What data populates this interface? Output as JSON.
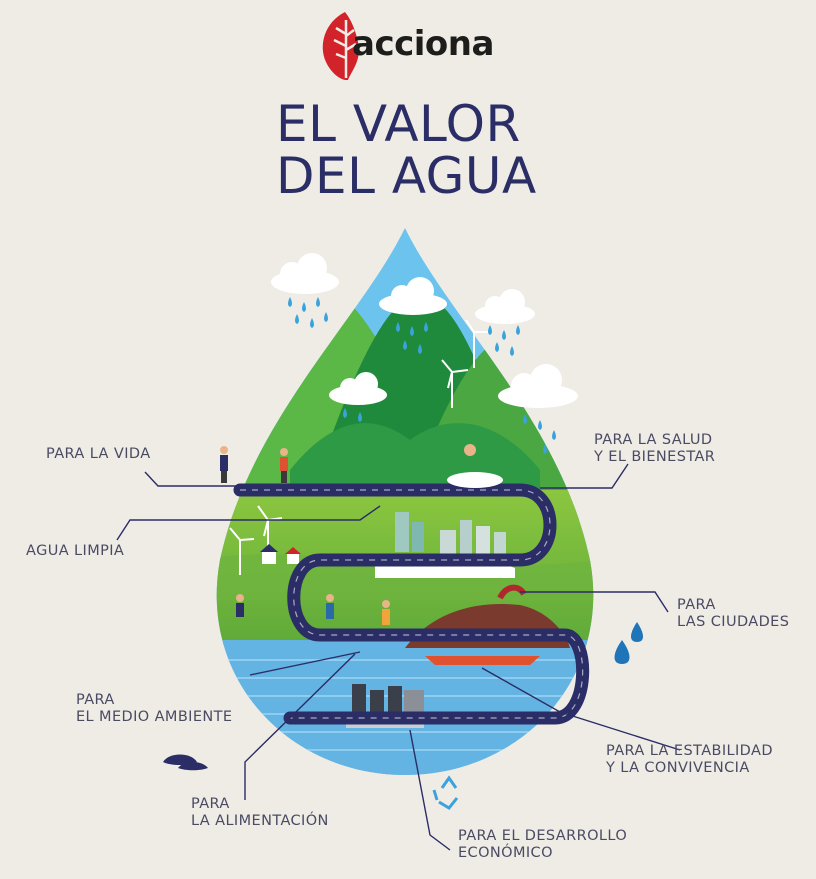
{
  "brand": {
    "name": "acciona",
    "color": "#d2232a",
    "icon": "leaf-logo-icon"
  },
  "title": {
    "line1": "EL VALOR",
    "line2": "DEL AGUA",
    "color": "#2b2d66"
  },
  "labels": {
    "vida": "PARA LA VIDA",
    "agua_limpia": "AGUA LIMPIA",
    "salud_1": "PARA LA SALUD",
    "salud_2": "Y EL BIENESTAR",
    "ciudades_1": "PARA",
    "ciudades_2": "LAS CIUDADES",
    "medio_1": "PARA",
    "medio_2": "EL MEDIO AMBIENTE",
    "estabilidad_1": "PARA LA ESTABILIDAD",
    "estabilidad_2": "Y LA CONVIVENCIA",
    "alimentacion_1": "PARA",
    "alimentacion_2": "LA ALIMENTACIÓN",
    "desarrollo_1": "PARA EL DESARROLLO",
    "desarrollo_2": "ECONÓMICO"
  },
  "colors": {
    "background": "#efece6",
    "sky": "#6cc3ee",
    "mountain_light": "#5cb846",
    "mountain_dark": "#1f8a3c",
    "field": "#7cbd3a",
    "water": "#63b4e3",
    "road": "#2b2d66",
    "drops": "#3aa3dc"
  },
  "decor_icons": [
    "cloud-icon",
    "rain-drop-icon",
    "wind-turbine-icon",
    "factory-icon",
    "whale-icon",
    "recycle-icon",
    "water-drops-icon"
  ]
}
